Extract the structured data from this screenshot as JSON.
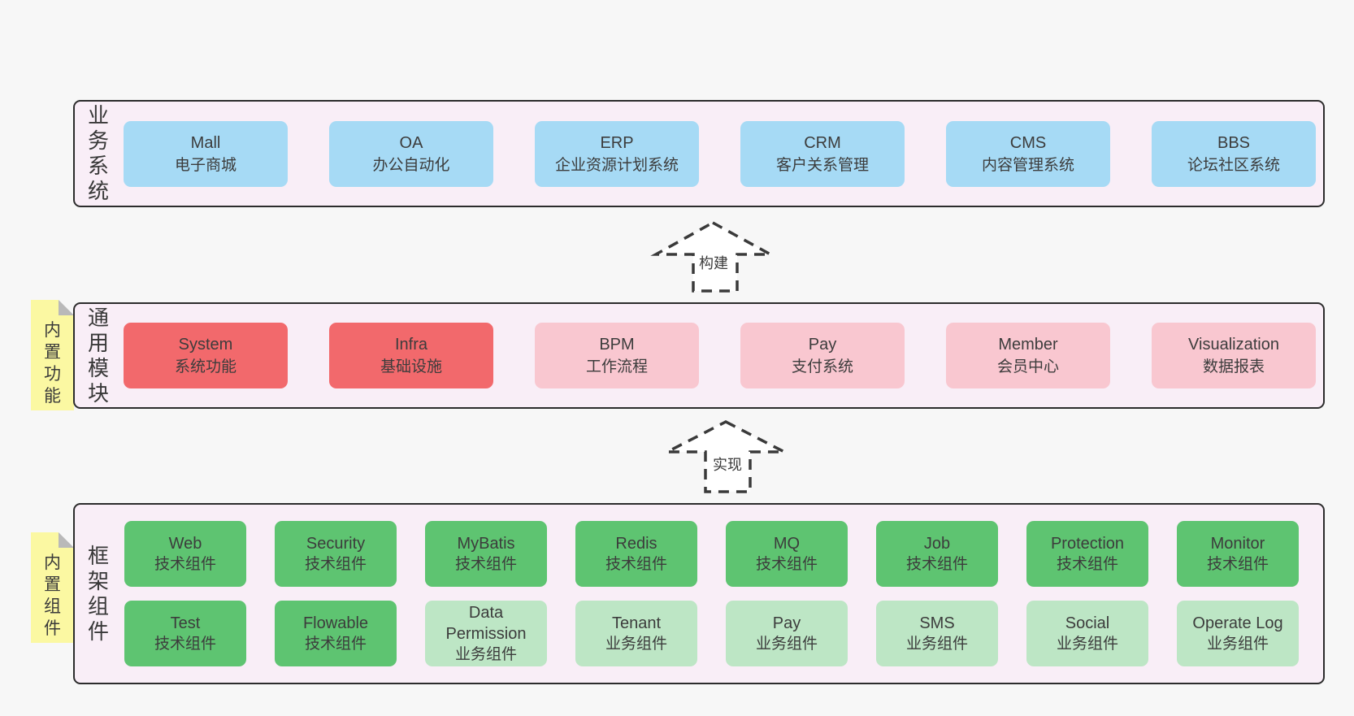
{
  "palette": {
    "page_bg": "#f7f7f7",
    "panel_bg": "#f9eef7",
    "panel_border": "#2c2c2c",
    "blue": "#a6daf5",
    "red": "#f2696c",
    "pink": "#f9c7d0",
    "green": "#5ec471",
    "light_green": "#bde6c5",
    "sticky_yellow": "#fbf8a2",
    "sticky_fold": "#b9b9b9",
    "text": "#3c3c3c"
  },
  "arrows": [
    {
      "label": "构建"
    },
    {
      "label": "实现"
    }
  ],
  "layers": [
    {
      "label": "业务系统",
      "boxes": [
        {
          "title": "Mall",
          "subtitle": "电子商城"
        },
        {
          "title": "OA",
          "subtitle": "办公自动化"
        },
        {
          "title": "ERP",
          "subtitle": "企业资源计划系统"
        },
        {
          "title": "CRM",
          "subtitle": "客户关系管理"
        },
        {
          "title": "CMS",
          "subtitle": "内容管理系统"
        },
        {
          "title": "BBS",
          "subtitle": "论坛社区系统"
        }
      ]
    },
    {
      "label": "通用模块",
      "sticky": "内置功能",
      "boxes": [
        {
          "title": "System",
          "subtitle": "系统功能"
        },
        {
          "title": "Infra",
          "subtitle": "基础设施"
        },
        {
          "title": "BPM",
          "subtitle": "工作流程"
        },
        {
          "title": "Pay",
          "subtitle": "支付系统"
        },
        {
          "title": "Member",
          "subtitle": "会员中心"
        },
        {
          "title": "Visualization",
          "subtitle": "数据报表"
        }
      ]
    },
    {
      "label": "框架组件",
      "sticky": "内置组件",
      "rows": [
        [
          {
            "title": "Web",
            "subtitle": "技术组件"
          },
          {
            "title": "Security",
            "subtitle": "技术组件"
          },
          {
            "title": "MyBatis",
            "subtitle": "技术组件"
          },
          {
            "title": "Redis",
            "subtitle": "技术组件"
          },
          {
            "title": "MQ",
            "subtitle": "技术组件"
          },
          {
            "title": "Job",
            "subtitle": "技术组件"
          },
          {
            "title": "Protection",
            "subtitle": "技术组件"
          },
          {
            "title": "Monitor",
            "subtitle": "技术组件"
          }
        ],
        [
          {
            "title": "Test",
            "subtitle": "技术组件"
          },
          {
            "title": "Flowable",
            "subtitle": "技术组件"
          },
          {
            "title": "Data Permission",
            "subtitle": "业务组件"
          },
          {
            "title": "Tenant",
            "subtitle": "业务组件"
          },
          {
            "title": "Pay",
            "subtitle": "业务组件"
          },
          {
            "title": "SMS",
            "subtitle": "业务组件"
          },
          {
            "title": "Social",
            "subtitle": "业务组件"
          },
          {
            "title": "Operate Log",
            "subtitle": "业务组件"
          }
        ]
      ]
    }
  ]
}
